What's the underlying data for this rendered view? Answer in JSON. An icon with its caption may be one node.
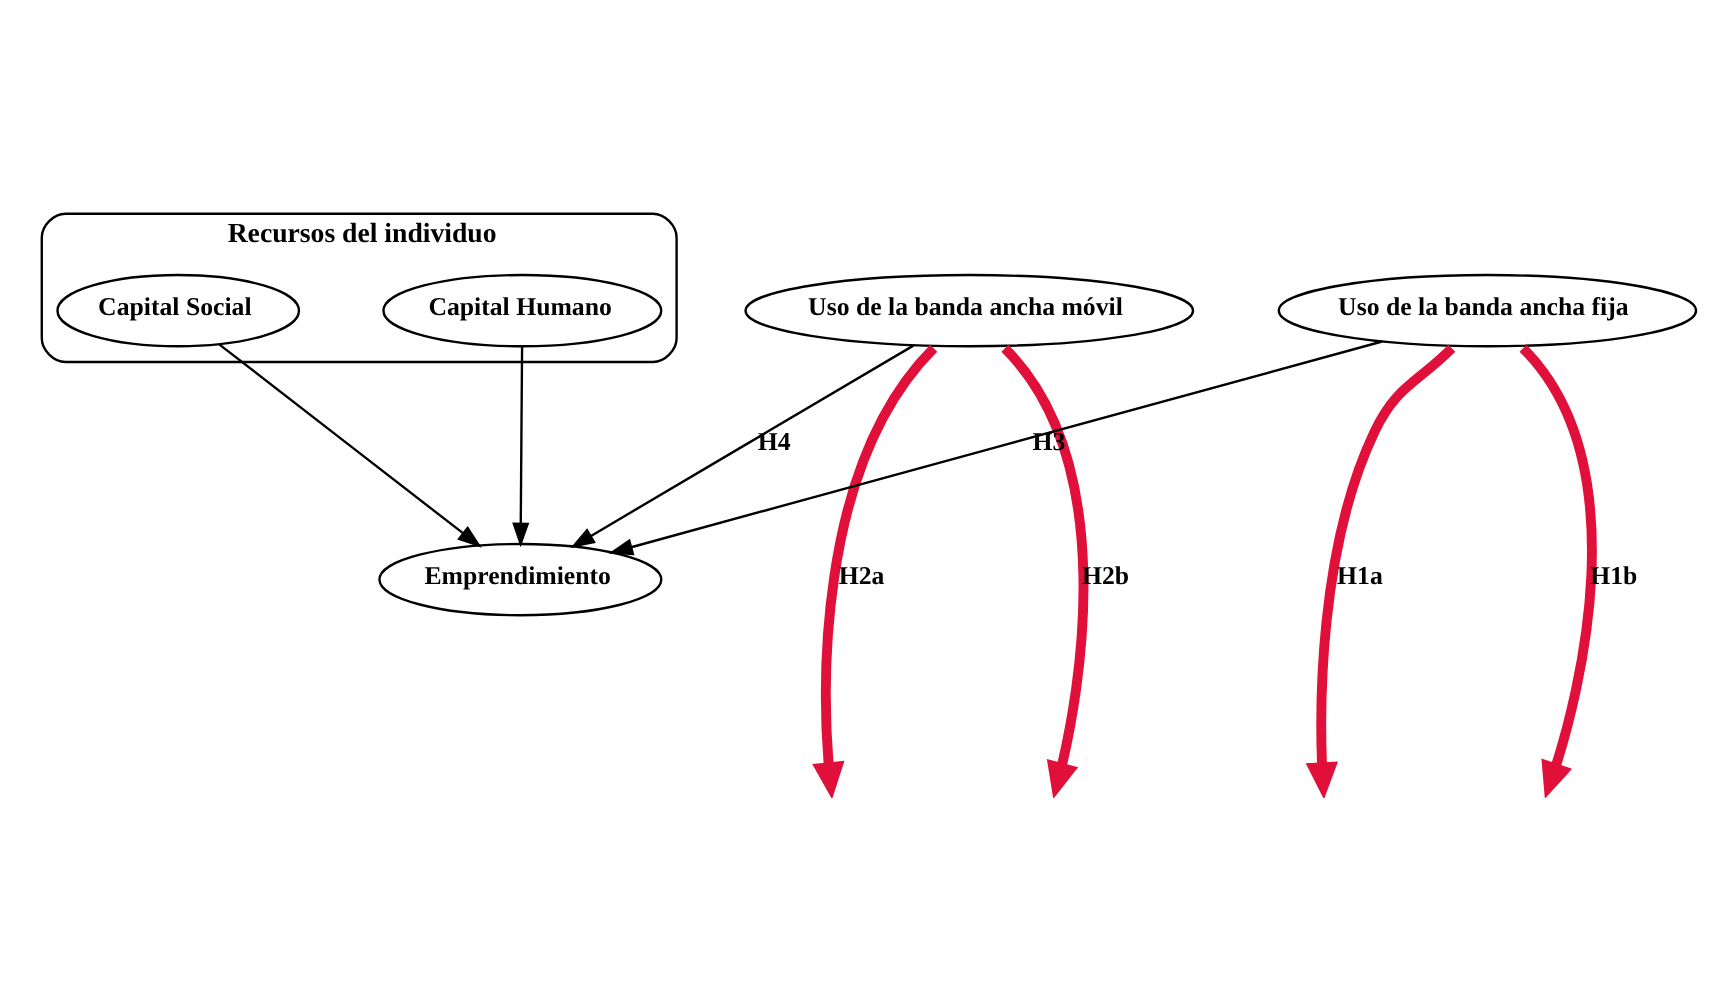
{
  "diagram": {
    "nodes": [
      {
        "text": [
          "Uso de la banda ancha fija"
        ]
      },
      {
        "text": [
          "Uso de la banda ancha móvil"
        ]
      },
      {
        "text": [
          "Recursos del individuo"
        ]
      },
      {
        "text": [
          "Capital Humano"
        ],
        "in": 2
      },
      {
        "text": [
          "Capital Social"
        ],
        "in": 2
      },
      {
        "text": [
          "Emprendimiento"
        ]
      }
    ],
    "edges": [
      {
        "from": 3,
        "to": 5,
        "arrow": "to"
      },
      {
        "from": 4,
        "to": 5,
        "arrow": "to"
      },
      {
        "from": 0,
        "to": 5,
        "arrow": "to",
        "label": "H3"
      },
      {
        "from": 1,
        "to": 5,
        "arrow": "to",
        "label": "H4"
      },
      {
        "from": 0,
        "to": null,
        "arrow": "to",
        "label": "H1a",
        "style": "thick",
        "color": "#e0103a"
      },
      {
        "from": 0,
        "to": null,
        "arrow": "to",
        "label": "H1b",
        "style": "thick",
        "color": "#e0103a"
      },
      {
        "from": 1,
        "to": null,
        "arrow": "to",
        "label": "H2a",
        "style": "thick",
        "color": "#e0103a"
      },
      {
        "from": 1,
        "to": null,
        "arrow": "to",
        "label": "H2b",
        "style": "thick",
        "color": "#e0103a"
      }
    ]
  }
}
